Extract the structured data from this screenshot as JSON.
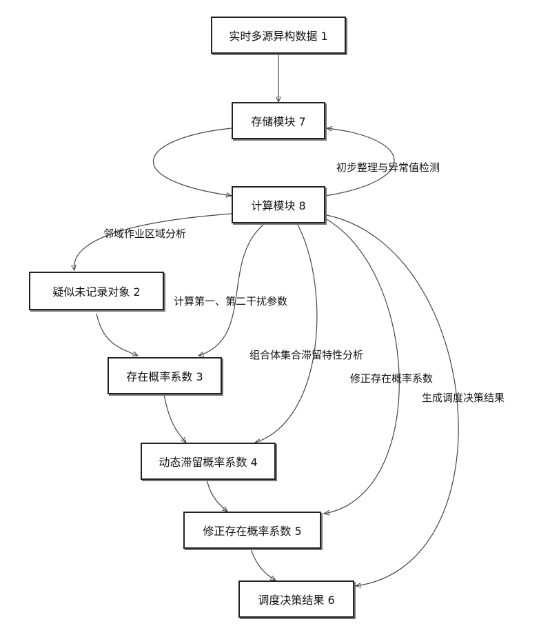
{
  "nodes": {
    "realtime_data": "实时多源异构数据 1",
    "storage_module": "存储模块 7",
    "compute_module": "计算模块 8",
    "suspected_object": "疑似未记录对象 2",
    "existence_prob": "存在概率系数 3",
    "dynamic_stay_prob": "动态滞留概率系数 4",
    "corrected_existence_prob": "修正存在概率系数 5",
    "dispatch_result": "调度决策结果 6"
  },
  "edge_labels": {
    "preliminary_check": "初步整理与异常值检测",
    "neighborhood_analysis": "邻域作业区域分析",
    "interference_params": "计算第一、第二干扰参数",
    "combination_stay": "组合体集合滞留特性分析",
    "correct_existence": "修正存在概率系数",
    "generate_dispatch": "生成调度决策结果"
  }
}
